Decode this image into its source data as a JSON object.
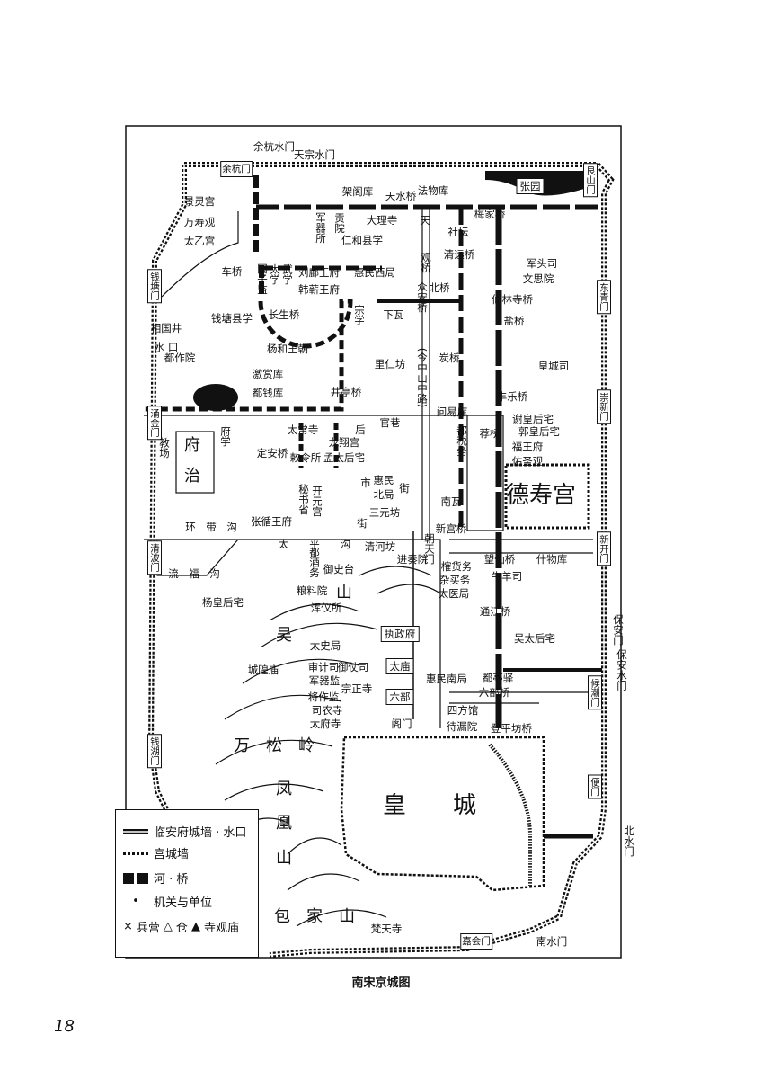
{
  "title": "南宋京城图",
  "page_number": "18",
  "legend": {
    "city_wall": "临安府城墙 · 水口",
    "palace_wall": "宫城墙",
    "river_bridge": "河 · 桥",
    "offices": "机关与单位",
    "barracks": "兵营",
    "granary": "仓",
    "temples": "寺观庙"
  },
  "labels": [
    "余杭水门",
    "天宗水门",
    "余杭门",
    "张园",
    "艮山门",
    "架阁库",
    "天水桥",
    "法物库",
    "景灵宫",
    "万寿观",
    "太乙宫",
    "大理寺",
    "仁和县学",
    "军器所",
    "贡院",
    "天",
    "梅家桥",
    "社坛",
    "观桥",
    "清远桥",
    "车桥",
    "国子监",
    "太学",
    "武学",
    "刘鄜王府",
    "韩蕲王府",
    "惠民西局",
    "军头司",
    "文思院",
    "众安桥",
    "北桥",
    "钱塘门",
    "东青门",
    "仙林寺桥",
    "盐桥",
    "下瓦",
    "宗学",
    "钱塘县学",
    "长生桥",
    "相国井",
    "水 口",
    "都作院",
    "杨和王朝",
    "炭桥",
    "里仁坊",
    "(今中山中路)",
    "皇城司",
    "激赏库",
    "都钱库",
    "井亭桥",
    "丰乐桥",
    "涌金门",
    "崇新门",
    "问易库",
    "官巷",
    "谢皇后宅",
    "郭皇后宅",
    "荐桥",
    "府学",
    "太常寺",
    "后",
    "龙翔宫",
    "都税务",
    "福王府",
    "佑圣观",
    "教场",
    "府",
    "定安桥",
    "敕令所",
    "孟太后宅",
    "治",
    "市",
    "惠民",
    "北局",
    "街",
    "德寿宫",
    "秘书省",
    "开元宫",
    "南瓦",
    "三元坊",
    "环　带　沟",
    "张循王府",
    "街",
    "新宫桥",
    "太　　平　　沟",
    "清河坊",
    "朝天门",
    "新开门",
    "都酒务",
    "望仙桥",
    "什物库",
    "进奏院",
    "御史台",
    "榷货务",
    "牛羊司",
    "流　福　沟",
    "杂买务",
    "清波门",
    "山",
    "粮料院",
    "太医局",
    "杨皇后宅",
    "浑仪所",
    "通江桥",
    "保安门",
    "吴太后宅",
    "执政府",
    "吴",
    "太史局",
    "太庙",
    "审计司",
    "御仗司",
    "城隍庙",
    "保安水门",
    "惠民南局",
    "都亭驿",
    "六部桥",
    "军器监",
    "宗正寺",
    "候潮门",
    "六部",
    "将作监",
    "四方馆",
    "司农寺",
    "太府寺",
    "阁门",
    "待漏院",
    "登平坊桥",
    "钱湖门",
    "万　松　岭",
    "便门",
    "凤",
    "皇　　城",
    "凰",
    "北水门",
    "山",
    "包　家　山",
    "梵天寺",
    "嘉会门",
    "南水门"
  ]
}
